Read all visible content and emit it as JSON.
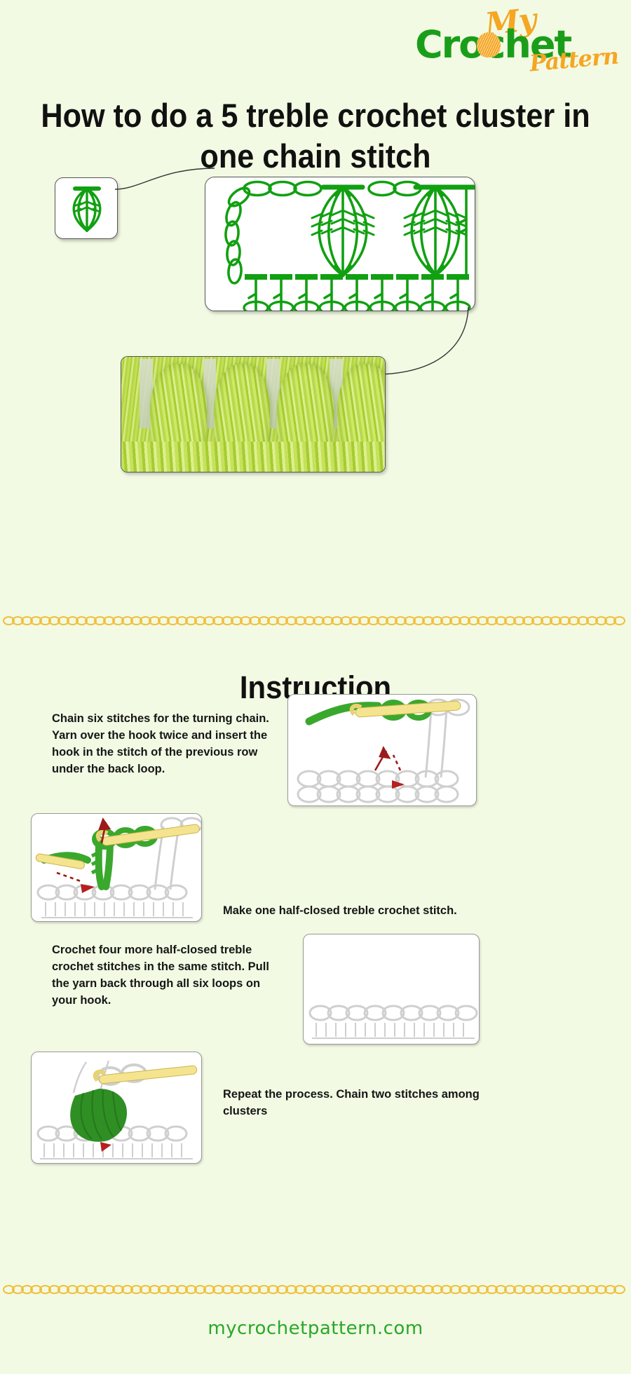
{
  "logo": {
    "word_my": "My",
    "word_crochet": "Crochet",
    "word_pattern": "Pattern",
    "green": "#1a9e1a",
    "orange": "#f5a623"
  },
  "title": "How to do a 5 treble crochet cluster in one chain stitch",
  "colors": {
    "background": "#f2fae3",
    "chart_green": "#11a011",
    "chain_gold": "#f0bf3c",
    "yarn_green": "#b5d646",
    "text_dark": "#111111",
    "footer_green": "#2aa72a"
  },
  "diagram": {
    "symbol_box_label": "5-treble-cluster-symbol",
    "chart_box_label": "stitch-chart",
    "photo_box_label": "finished-swatch-photo",
    "chart": {
      "top_chain_count": 3,
      "turning_chain_count": 4,
      "clusters": 2,
      "chain_between_clusters": 2,
      "bottom_treble_count": 9
    }
  },
  "instruction": {
    "heading": "Instruction",
    "steps": [
      {
        "text": "Chain six stitches for the turning chain. Yarn over the hook twice and insert the hook in the stitch of the previous row under the back loop.",
        "image_label": "step-1-illustration"
      },
      {
        "text": "Make one half-closed treble crochet stitch.",
        "image_label": "step-2-illustration"
      },
      {
        "text": "Crochet four more half-closed treble crochet stitches in the same stitch. Pull the yarn back through all six loops on your hook.",
        "image_label": "step-3-illustration"
      },
      {
        "text": "Repeat the process. Chain two stitches among clusters",
        "image_label": "step-4-illustration"
      }
    ]
  },
  "footer": {
    "website": "mycrochetpattern.com"
  }
}
